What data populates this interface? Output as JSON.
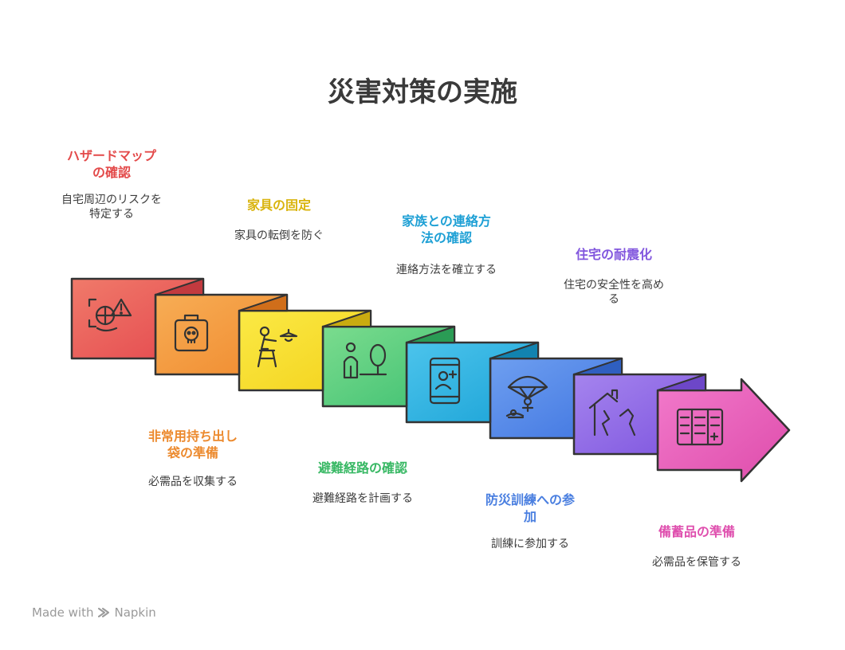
{
  "title": "災害対策の実施",
  "footer": {
    "made_with": "Made with",
    "brand": "Napkin"
  },
  "colors": {
    "red": "#e95a5a",
    "orange": "#f39a3e",
    "yellow": "#f5dd2a",
    "green": "#5fcf7f",
    "cyan": "#2ab4e0",
    "blue": "#4d86e8",
    "purple": "#8c65e6",
    "pink": "#e55bb7"
  },
  "steps": [
    {
      "title": "ハザードマップの確認",
      "title_lines": [
        "ハザードマップ",
        "の確認"
      ],
      "desc_lines": [
        "自宅周辺のリスクを",
        "特定する"
      ],
      "color": "#e95a5a",
      "icon": "hazard-map-icon"
    },
    {
      "title": "非常用持ち出し袋の準備",
      "title_lines": [
        "非常用持ち出し",
        "袋の準備"
      ],
      "desc_lines": [
        "必需品を収集する"
      ],
      "color": "#f39a3e",
      "icon": "emergency-bag-icon"
    },
    {
      "title": "家具の固定",
      "title_lines": [
        "家具の固定"
      ],
      "desc_lines": [
        "家具の転倒を防ぐ"
      ],
      "color": "#e5c21a",
      "icon": "furniture-fixing-icon"
    },
    {
      "title": "避難経路の確認",
      "title_lines": [
        "避難経路の確認"
      ],
      "desc_lines": [
        "避難経路を計画する"
      ],
      "color": "#3cbf6a",
      "icon": "evacuation-route-icon"
    },
    {
      "title": "家族との連絡方法の確認",
      "title_lines": [
        "家族との連絡方",
        "法の確認"
      ],
      "desc_lines": [
        "連絡方法を確立する"
      ],
      "color": "#1aa6d8",
      "icon": "family-contact-icon"
    },
    {
      "title": "防災訓練への参加",
      "title_lines": [
        "防災訓練への参",
        "加"
      ],
      "desc_lines": [
        "訓練に参加する"
      ],
      "color": "#4a7fe0",
      "icon": "disaster-drill-icon"
    },
    {
      "title": "住宅の耐震化",
      "title_lines": [
        "住宅の耐震化"
      ],
      "desc_lines": [
        "住宅の安全性を高め",
        "る"
      ],
      "color": "#8a60e0",
      "icon": "earthquake-proofing-icon"
    },
    {
      "title": "備蓄品の準備",
      "title_lines": [
        "備蓄品の準備"
      ],
      "desc_lines": [
        "必需品を保管する"
      ],
      "color": "#df4fae",
      "icon": "stockpile-icon"
    }
  ]
}
